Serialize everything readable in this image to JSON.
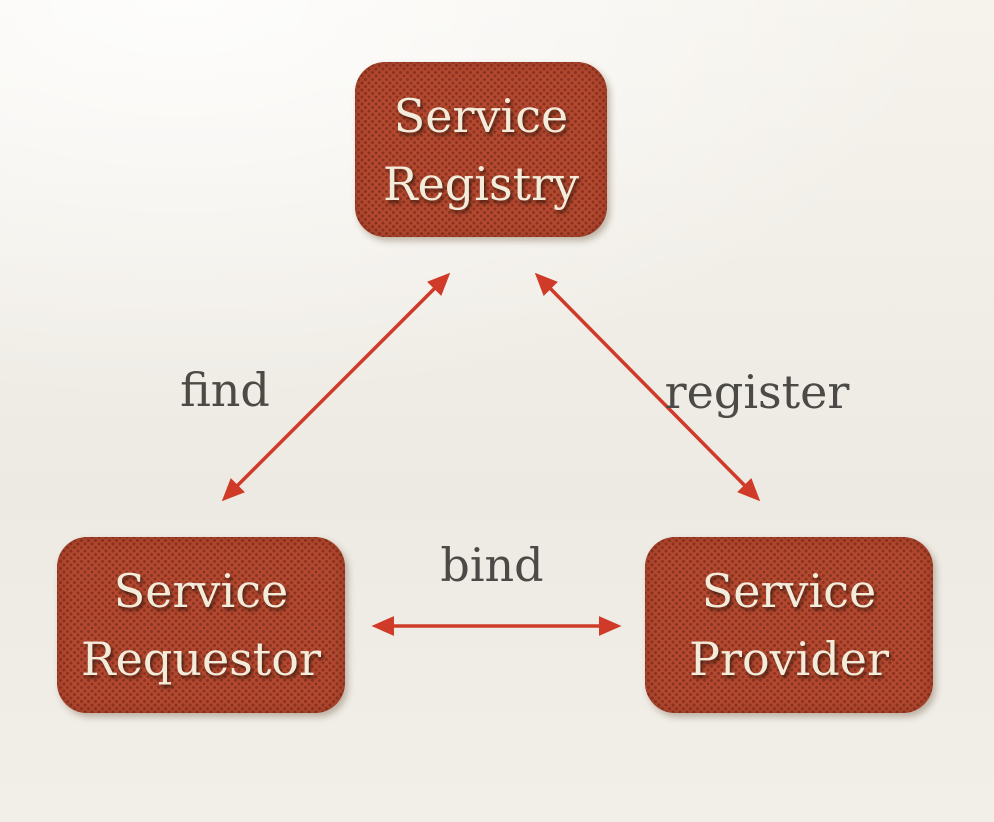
{
  "nodes": {
    "registry": {
      "line1": "Service",
      "line2": "Registry"
    },
    "requestor": {
      "line1": "Service",
      "line2": "Requestor"
    },
    "provider": {
      "line1": "Service",
      "line2": "Provider"
    }
  },
  "edges": {
    "find": {
      "label": "find"
    },
    "register": {
      "label": "register"
    },
    "bind": {
      "label": "bind"
    }
  },
  "colors": {
    "background": "#f1eee7",
    "node_fill": "#b4492f",
    "node_dot": "#8a3322",
    "node_text": "#f3ecdb",
    "arrow": "#cf3b28",
    "edge_label_text": "#4c4a46"
  }
}
